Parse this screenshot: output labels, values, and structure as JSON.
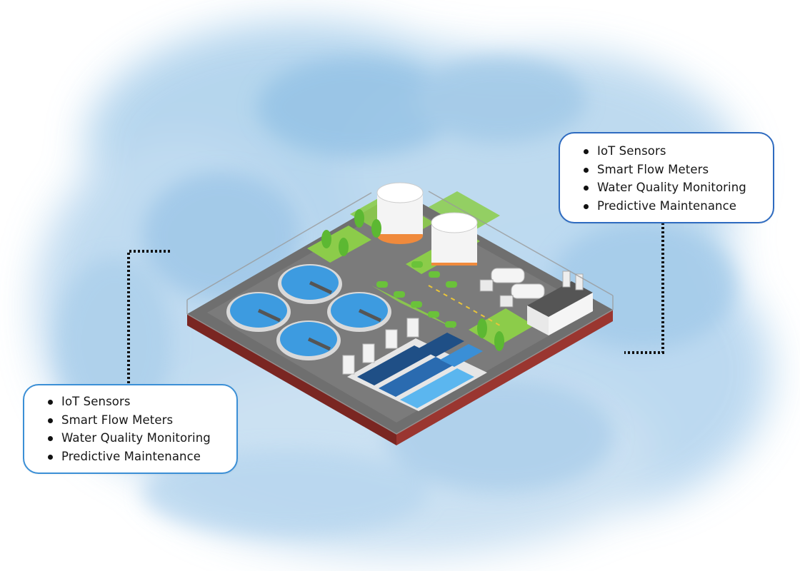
{
  "colors": {
    "watercolor": "#9cc6e6",
    "callout_border_right": "#2e6bc0",
    "callout_border_left": "#3b8fd6",
    "connector": "#111111",
    "tank_water": "#3d9be0",
    "tank_orange": "#f08a3c",
    "grass": "#8ccc4a",
    "tree": "#5cb832",
    "ground": "#7a7a7a",
    "base_red": "#8a2e2a"
  },
  "callouts": {
    "right": {
      "items": [
        "IoT Sensors",
        "Smart Flow Meters",
        "Water Quality Monitoring",
        "Predictive Maintenance"
      ]
    },
    "left": {
      "items": [
        "IoT Sensors",
        "Smart Flow Meters",
        "Water Quality Monitoring",
        "Predictive Maintenance"
      ]
    }
  }
}
